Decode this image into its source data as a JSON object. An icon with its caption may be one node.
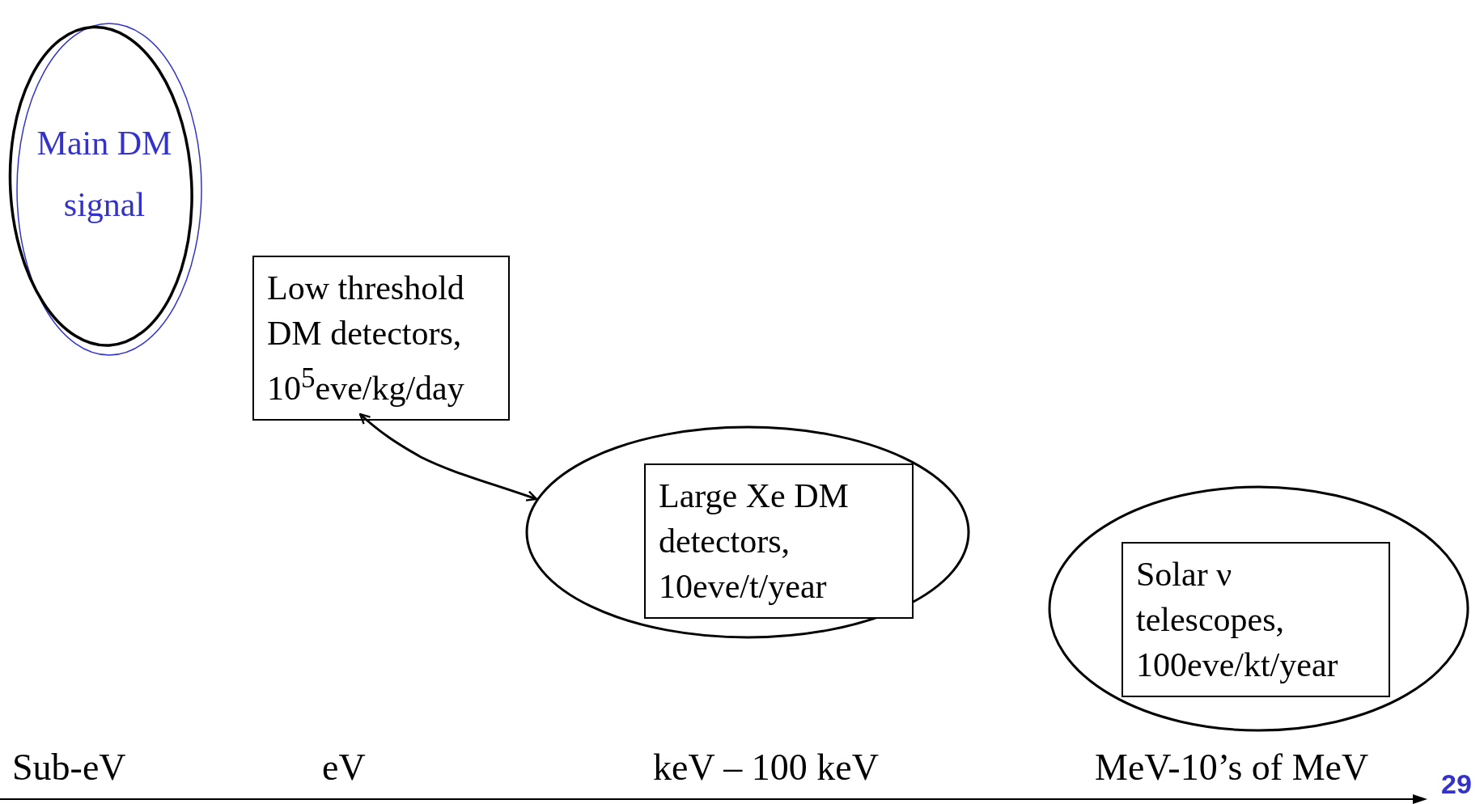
{
  "diagram": {
    "nodes": [
      {
        "text": [
          "Main DM signal"
        ]
      },
      {
        "text": [
          "Low threshold DM detectors, 10$^{5}$eve/kg/day"
        ]
      },
      {
        "text": [],
        "shape": "circle"
      },
      {
        "text": [
          "Large Xe DM detectors, 10eve/t/year"
        ],
        "in": 2
      },
      {
        "text": [],
        "shape": "circle"
      },
      {
        "text": [
          "Solar ν telescopes, 100eve/kt/year"
        ],
        "in": 4
      }
    ],
    "edges": [
      {
        "from": 2,
        "to": 1,
        "arrow": "both"
      }
    ],
    "labels": [
      "Sub-eV",
      "eV",
      "keV – 100 keV",
      "MeV-10’s of MeV",
      "29"
    ]
  }
}
